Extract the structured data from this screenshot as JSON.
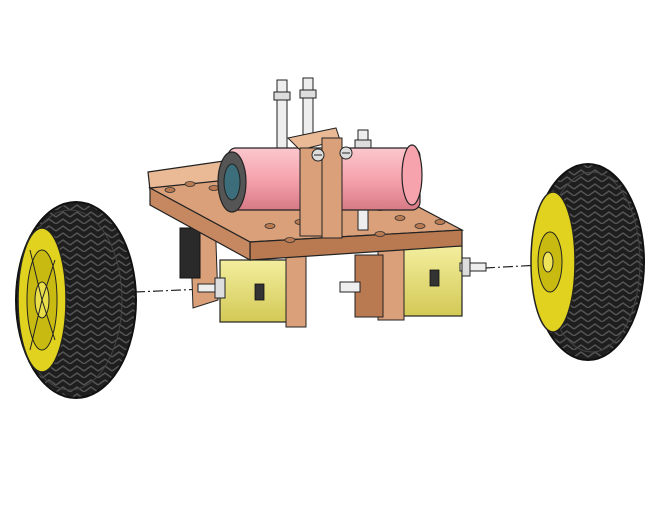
{
  "colors": {
    "background": "#ffffff",
    "plate_wood": "#d9a07a",
    "plate_wood_dark": "#b97a52",
    "plate_wood_light": "#eab996",
    "motor_yellow": "#e8e07a",
    "motor_yellow_dark": "#c9bf4a",
    "tire_black": "#1e1e1e",
    "tire_tread": "#3a3a3a",
    "hub_yellow": "#e0d21e",
    "battery_pink": "#f6a3ad",
    "battery_pink_dark": "#d77a86",
    "standoff_white": "#eeeeee",
    "outline": "#222222"
  },
  "parts": {
    "left_wheel": "wheel-with-tire",
    "right_wheel": "wheel-with-tire",
    "chassis_plate": "wooden-top-plate",
    "battery": "cylindrical-battery",
    "left_motor": "gear-motor",
    "right_motor": "gear-motor",
    "standoffs": "white-standoff-pillars",
    "axle_line": "dash-dot-center-line"
  }
}
